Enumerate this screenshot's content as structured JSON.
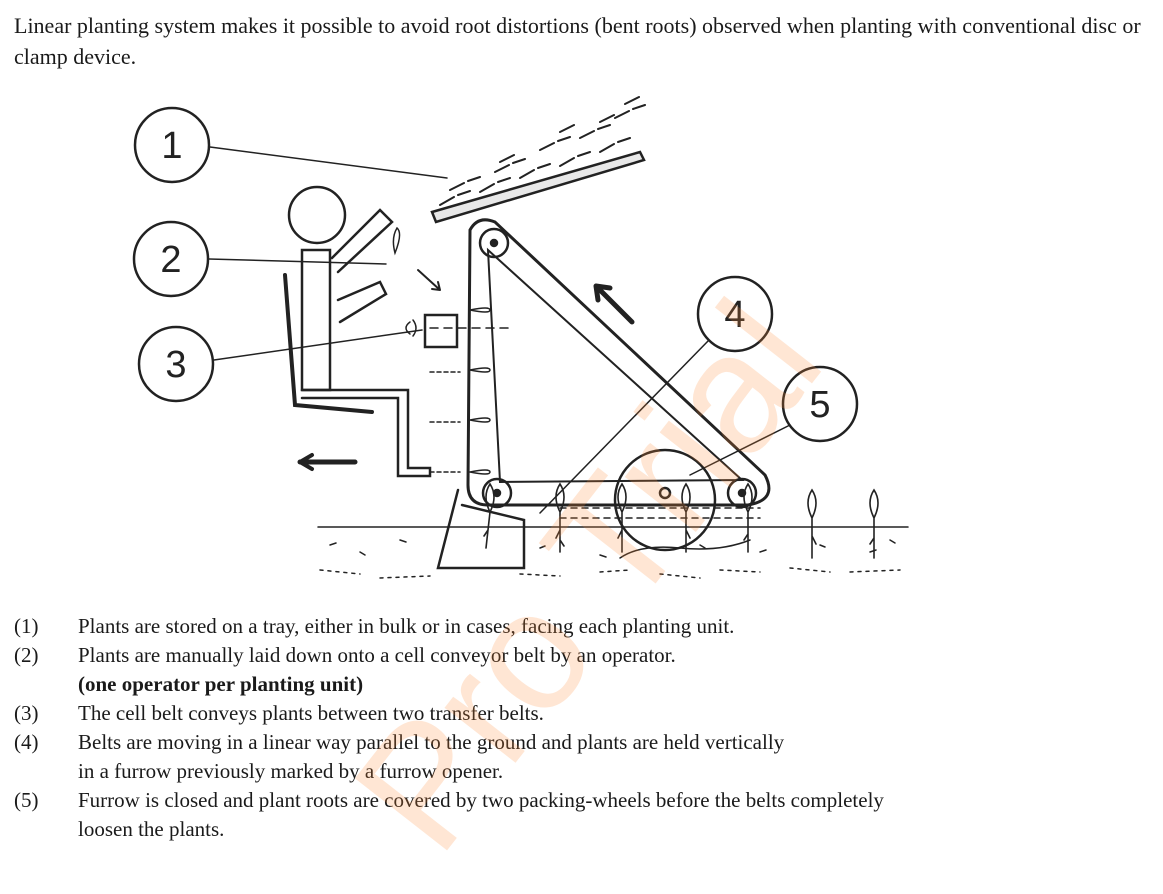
{
  "intro": "Linear planting system makes it possible to avoid root distortions (bent roots) observed when planting with conventional disc or clamp device.",
  "figure": {
    "callouts": [
      "1",
      "2",
      "3",
      "4",
      "5"
    ]
  },
  "captions": [
    {
      "num": "(1)",
      "lines": [
        "Plants are stored on a tray, either in bulk or in cases, facing each planting unit."
      ]
    },
    {
      "num": "(2)",
      "lines": [
        "Plants are manually laid down onto a cell conveyor belt by an operator.",
        "(one operator per planting unit)"
      ]
    },
    {
      "num": "(3)",
      "lines": [
        "The cell belt conveys plants between two transfer belts."
      ]
    },
    {
      "num": "(4)",
      "lines": [
        "Belts are moving in a linear way parallel to the ground and plants are held vertically",
        "in a furrow previously marked by a furrow opener."
      ]
    },
    {
      "num": "(5)",
      "lines": [
        "Furrow is closed and plant roots are covered by two packing-wheels before the belts completely",
        "loosen the plants."
      ]
    }
  ],
  "watermark": "Pro Trial"
}
